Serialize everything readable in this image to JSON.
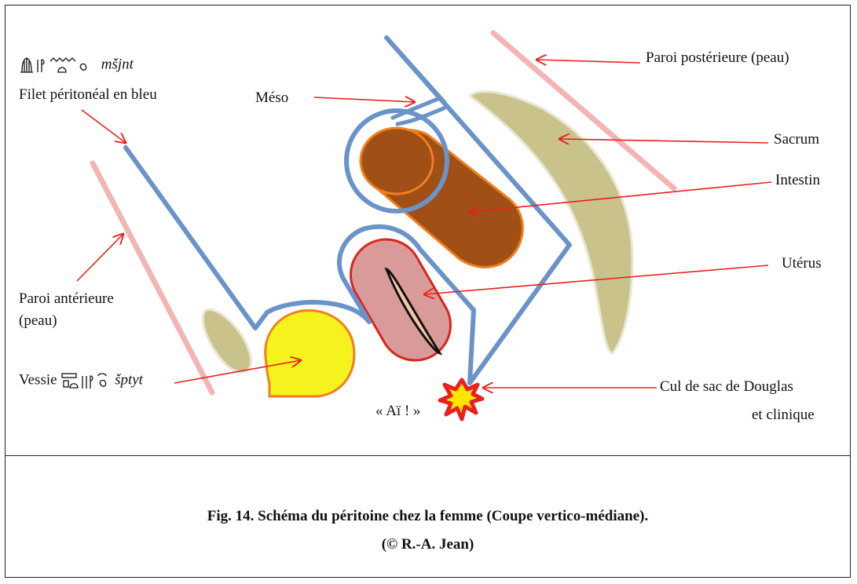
{
  "labels": {
    "posterior_wall": "Paroi postérieure (peau)",
    "meso": "Méso",
    "sacrum": "Sacrum",
    "intestine": "Intestin",
    "uterus": "Utérus",
    "douglas_line1": "Cul de sac de Douglas",
    "douglas_line2": "et clinique",
    "ai": "« Aï ! »",
    "peritoneum_translit": "mšjnt",
    "peritoneum": "Filet péritonéal en bleu",
    "anterior_wall_line1": "Paroi antérieure",
    "anterior_wall_line2": "(peau)",
    "bladder": "Vessie",
    "bladder_translit": "šptyt"
  },
  "caption": {
    "line1": "Fig. 14. Schéma du péritoine chez la femme (Coupe vertico-médiane).",
    "line2": "(© R.-A. Jean)"
  },
  "colors": {
    "peritoneum": "#6a93c9",
    "skin": "#f3b4b4",
    "arrow": "#e8201e",
    "sacrum": "#c9c28b",
    "intestine": "#a04f16",
    "intestine_outline": "#f07f1e",
    "uterus": "#d99a9a",
    "uterus_outline": "#d9251c",
    "bladder": "#f6f21e",
    "bladder_outline": "#f07f1e"
  }
}
